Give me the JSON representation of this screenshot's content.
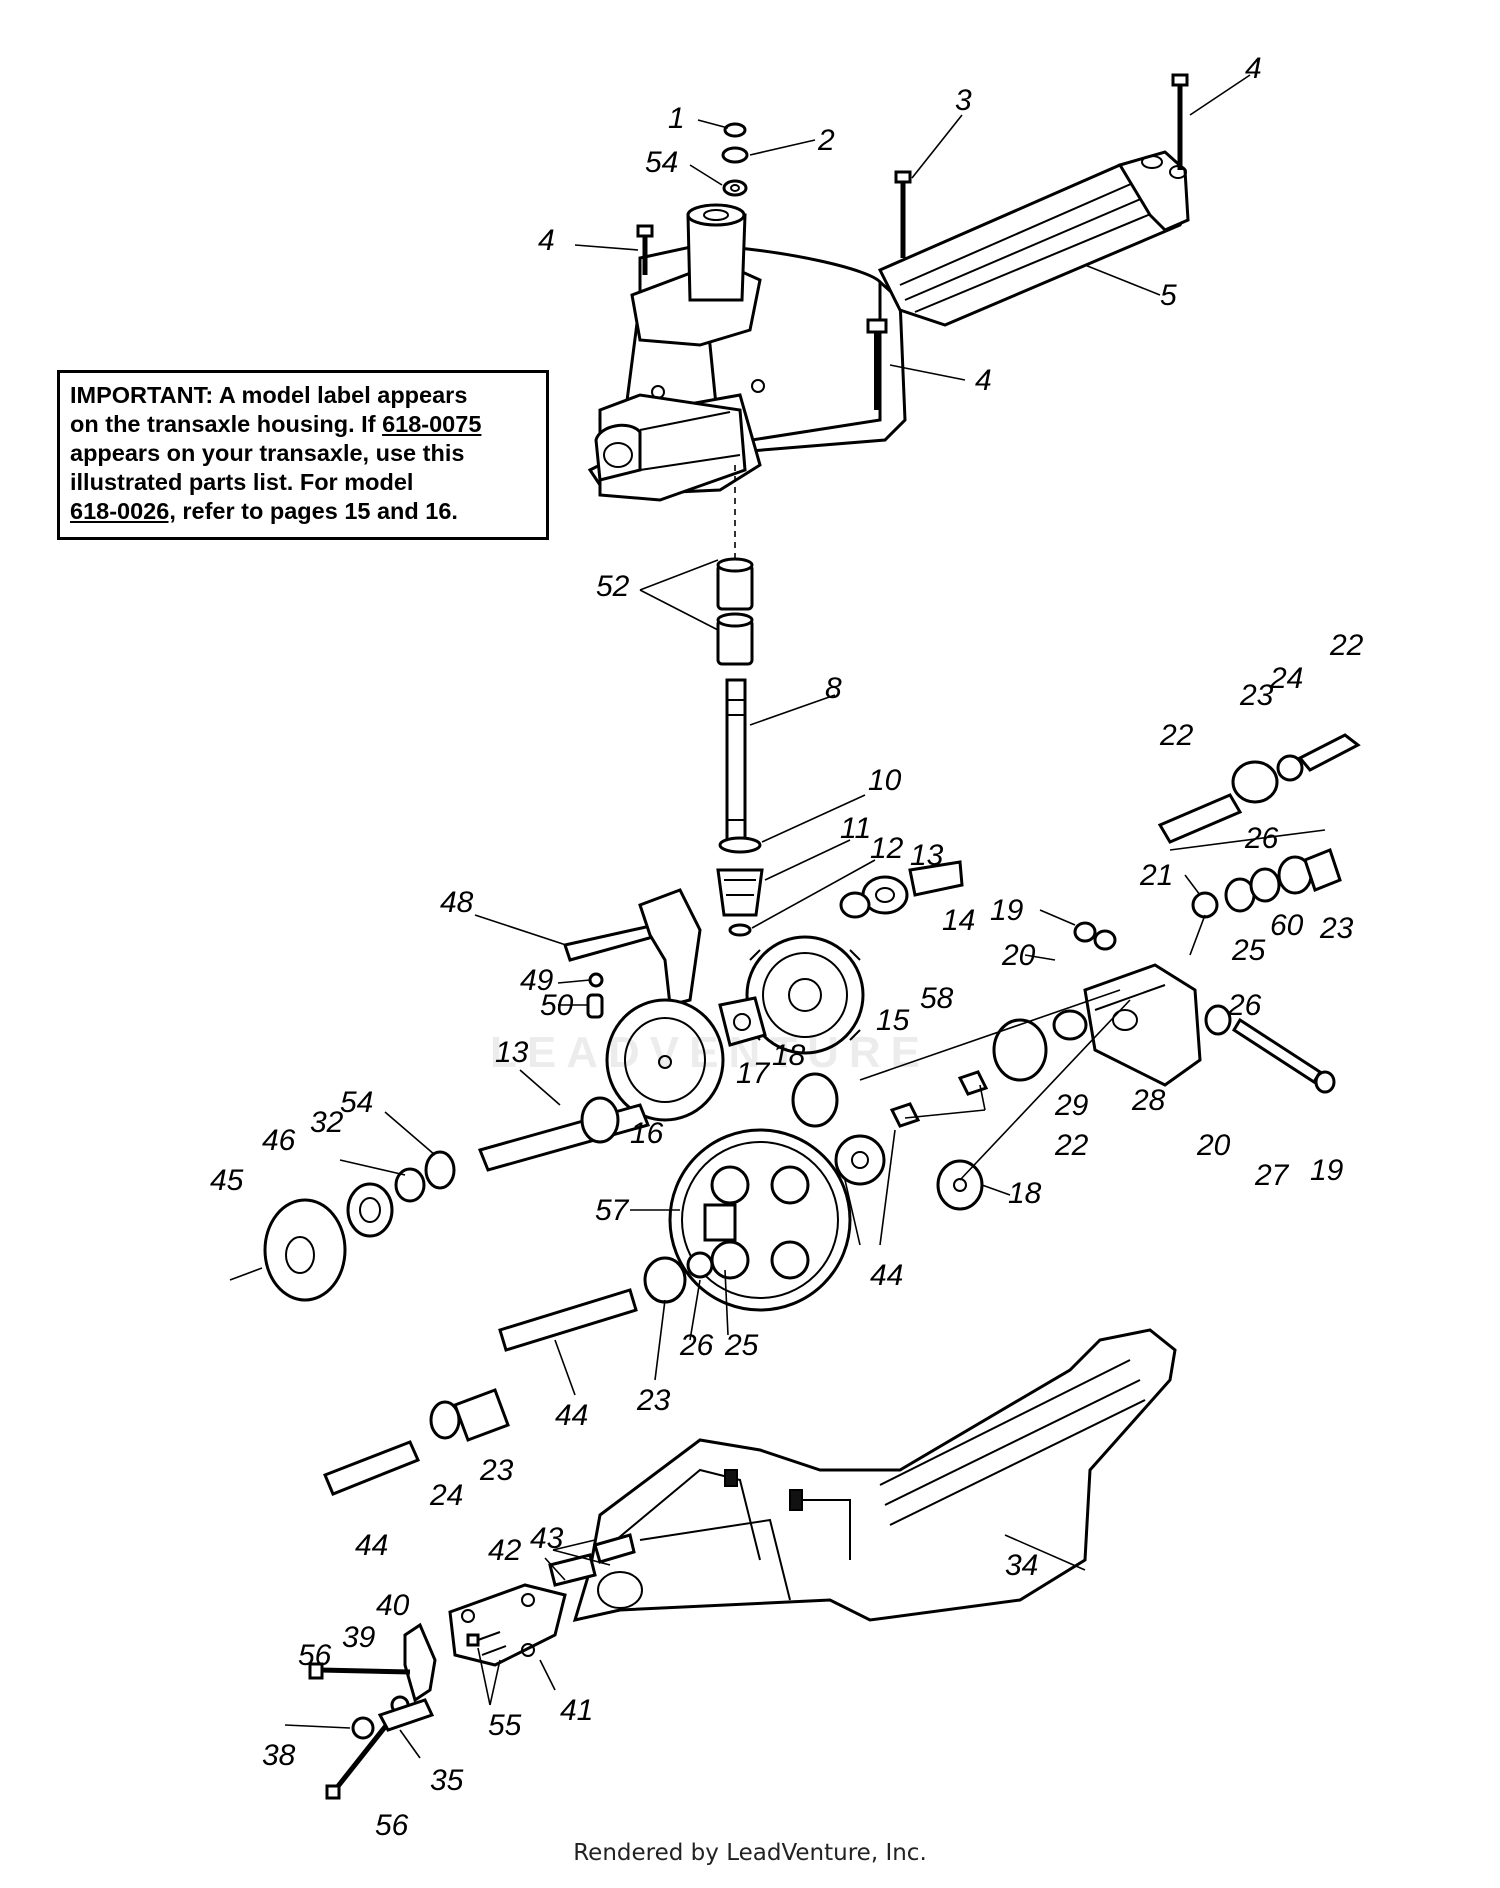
{
  "note": {
    "line1": "IMPORTANT: A model label appears",
    "line2": "on the transaxle housing. If ",
    "model_a": "618-0075",
    "line3": "appears on your transaxle, use this",
    "line4": "illustrated parts list. For model",
    "model_b": "618-0026,",
    "line5": " refer to pages 15 and 16."
  },
  "watermark": "LEADVENTURE",
  "footer": "Rendered by LeadVenture, Inc.",
  "callouts": [
    "1",
    "2",
    "54",
    "3",
    "4",
    "4",
    "5",
    "4",
    "52",
    "8",
    "10",
    "11",
    "12",
    "13",
    "14",
    "58",
    "15",
    "48",
    "49",
    "50",
    "17",
    "18",
    "16",
    "13",
    "54",
    "32",
    "46",
    "45",
    "22",
    "23",
    "24",
    "22",
    "21",
    "26",
    "23",
    "25",
    "60",
    "26",
    "19",
    "20",
    "28",
    "29",
    "22",
    "20",
    "27",
    "19",
    "57",
    "44",
    "18",
    "26",
    "25",
    "23",
    "44",
    "24",
    "23",
    "44",
    "34",
    "42",
    "43",
    "40",
    "39",
    "56",
    "38",
    "55",
    "41",
    "35",
    "56"
  ]
}
